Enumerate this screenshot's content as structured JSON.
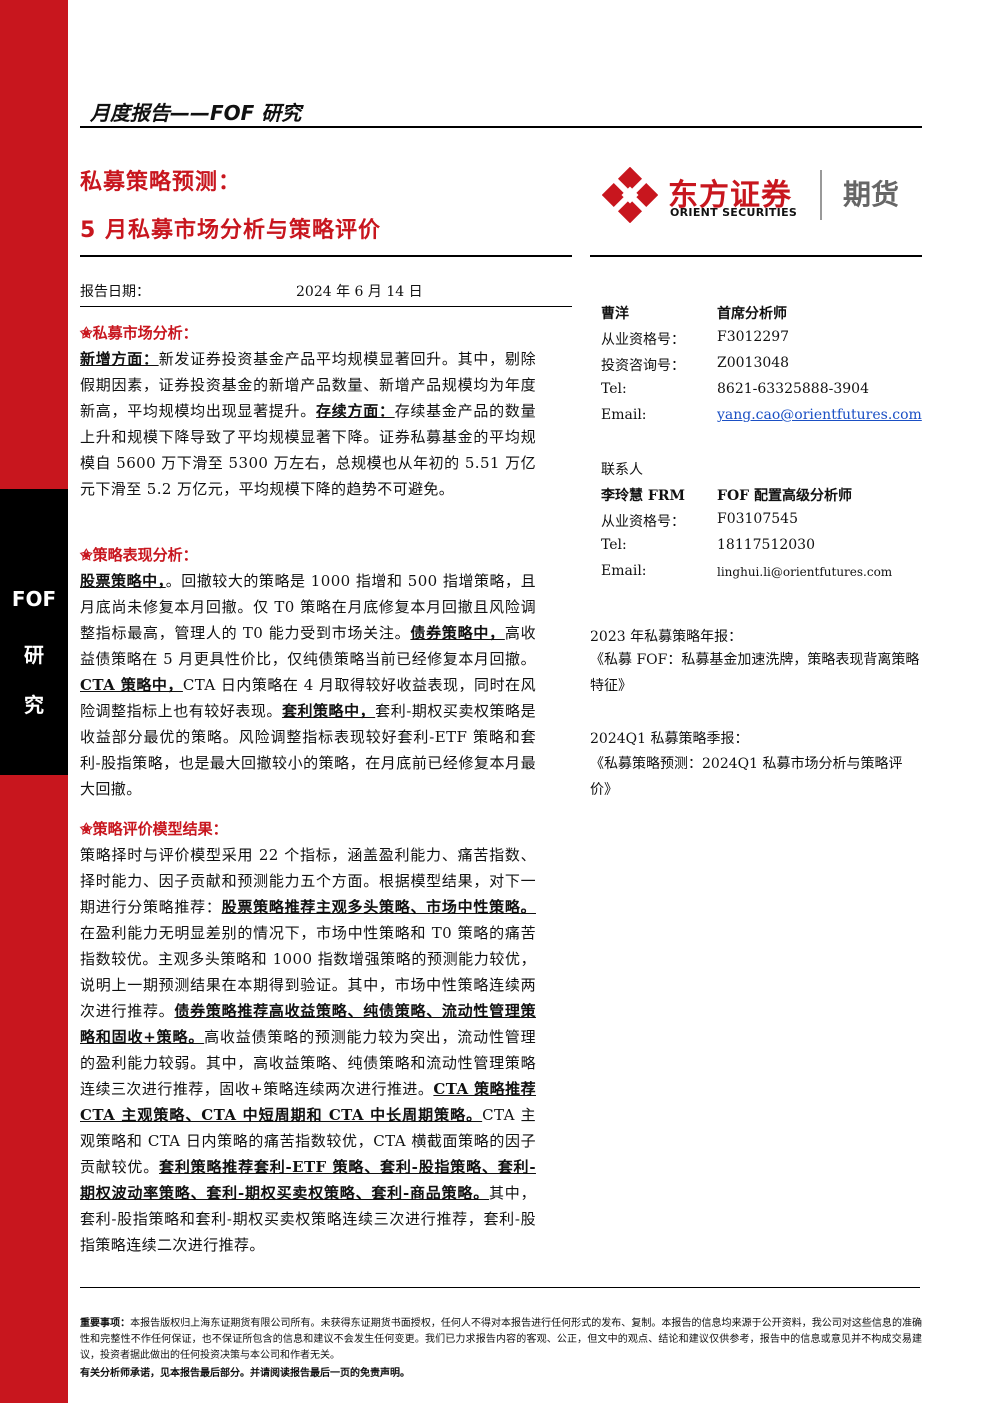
{
  "sidebar": {
    "label_1": "FOF",
    "label_2": "研",
    "label_3": "究"
  },
  "header": {
    "report_type": "月度报告——FOF 研究",
    "title_line1": "私募策略预测：",
    "title_line2": "5 月私募市场分析与策略评价"
  },
  "logo": {
    "name_cn": "东方证券",
    "name_en": "ORIENT SECURITIES",
    "sub": "期货"
  },
  "report_date": {
    "label": "报告日期：",
    "value": "2024 年 6 月 14 日"
  },
  "sections": {
    "market": {
      "heading": "私募市场分析：",
      "p1_bold": "新增方面：",
      "p1_text": "新发证券投资基金产品平均规模显著回升。其中，剔除假期因素，证券投资基金的新增产品数量、新增产品规模均为年度新高，平均规模均出现显著提升。",
      "p1_bold2": "存续方面：",
      "p1_text2": "存续基金产品的数量上升和规模下降导致了平均规模显著下降。证券私募基金的平均规模自 5600 万下滑至 5300 万左右，总规模也从年初的 5.51 万亿元下滑至 5.2 万亿元，平均规模下降的趋势不可避免。"
    },
    "strategy": {
      "heading": "策略表现分析：",
      "b1": "股票策略中，",
      "t1": "。回撤较大的策略是 1000 指增和 500 指增策略，且月底尚未修复本月回撤。仅 T0 策略在月底修复本月回撤且风险调整指标最高，管理人的 T0 能力受到市场关注。",
      "b2": "债券策略中，",
      "t2": "高收益债策略在 5 月更具性价比，仅纯债策略当前已经修复本月回撤。",
      "b3": "CTA 策略中，",
      "t3": "CTA 日内策略在 4 月取得较好收益表现，同时在风险调整指标上也有较好表现。",
      "b4": "套利策略中，",
      "t4": "套利-期权买卖权策略是收益部分最优的策略。风险调整指标表现较好套利-ETF 策略和套利-股指策略，也是最大回撤较小的策略，在月底前已经修复本月最大回撤。"
    },
    "model": {
      "heading": "策略评价模型结果：",
      "t1": "策略择时与评价模型采用 22 个指标，涵盖盈利能力、痛苦指数、择时能力、因子贡献和预测能力五个方面。根据模型结果，对下一期进行分策略推荐：",
      "b1": "股票策略推荐主观多头策略、市场中性策略。",
      "t2": "在盈利能力无明显差别的情况下，市场中性策略和 T0 策略的痛苦指数较优。主观多头策略和 1000 指数增强策略的预测能力较优，说明上一期预测结果在本期得到验证。其中，市场中性策略连续两次进行推荐。",
      "b2": "债券策略推荐高收益策略、纯债策略、流动性管理策略和固收+策略。",
      "t3": "高收益债策略的预测能力较为突出，流动性管理的盈利能力较弱。其中，高收益策略、纯债策略和流动性管理策略连续三次进行推荐，固收+策略连续两次进行推进。",
      "b3": "CTA 策略推荐 CTA 主观策略、CTA 中短周期和 CTA 中长周期策略。",
      "t4": "CTA 主观策略和 CTA 日内策略的痛苦指数较优，CTA 横截面策略的因子贡献较优。",
      "b4": "套利策略推荐套利-ETF 策略、套利-股指策略、套利-期权波动率策略、套利-期权买卖权策略、套利-商品策略。",
      "t5": "其中，套利-股指策略和套利-期权买卖权策略连续三次进行推荐，套利-股指策略连续二次进行推荐。"
    }
  },
  "analyst": {
    "name": "曹洋",
    "title": "首席分析师",
    "qual_label": "从业资格号：",
    "qual_value": "F3012297",
    "invest_label": "投资咨询号：",
    "invest_value": "Z0013048",
    "tel_label": "Tel:",
    "tel_value": "8621-63325888-3904",
    "email_label": "Email:",
    "email_value": "yang.cao@orientfutures.com"
  },
  "contact": {
    "heading": "联系人",
    "name": "李玲慧 FRM",
    "title": "FOF 配置高级分析师",
    "qual_label": "从业资格号：",
    "qual_value": "F03107545",
    "tel_label": "Tel:",
    "tel_value": "18117512030",
    "email_label": "Email:",
    "email_value": "linghui.li@orientfutures.com"
  },
  "related": [
    {
      "heading": "2023 年私募策略年报：",
      "title": "《私募 FOF：私募基金加速洗牌，策略表现背离策略特征》"
    },
    {
      "heading": "2024Q1 私募策略季报：",
      "title": "《私募策略预测：2024Q1 私募市场分析与策略评价》"
    }
  ],
  "footer": {
    "disclaimer_head": "重要事项：",
    "disclaimer": "本报告版权归上海东证期货有限公司所有。未获得东证期货书面授权，任何人不得对本报告进行任何形式的发布、复制。本报告的信息均来源于公开资料，我公司对这些信息的准确性和完整性不作任何保证，也不保证所包含的信息和建议不会发生任何变更。我们已力求报告内容的客观、公正，但文中的观点、结论和建议仅供参考，报告中的信息或意见并不构成交易建议，投资者据此做出的任何投资决策与本公司和作者无关。",
    "notice": "有关分析师承诺，见本报告最后部分。并请阅读报告最后一页的免责声明。"
  },
  "colors": {
    "brand_red": "#c8161e",
    "sidebar_black": "#000000",
    "link_blue": "#1a4fc4"
  }
}
